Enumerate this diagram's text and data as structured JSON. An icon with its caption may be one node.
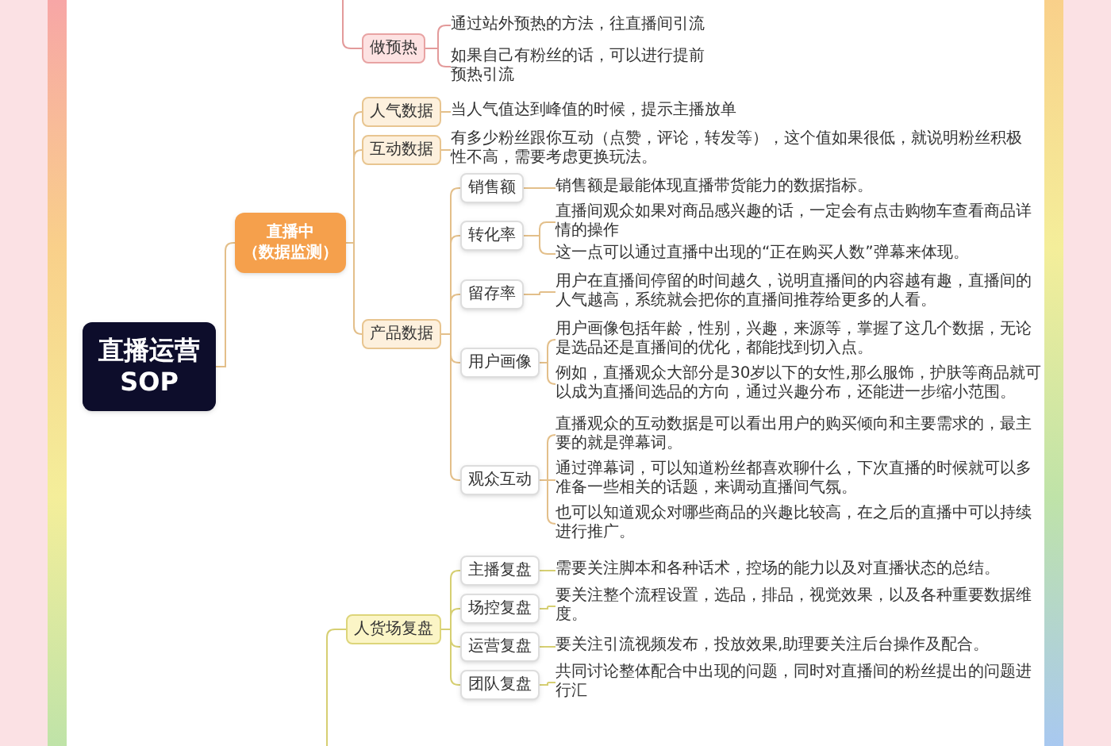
{
  "diagram": {
    "nodes": [
      {
        "text": [
          "直播运营 SOP"
        ]
      },
      {
        "text": [
          "做预热"
        ]
      },
      {
        "text": [
          "通过站外预热的方法，往直播间引流"
        ]
      },
      {
        "text": [
          "如果自己有粉丝的话，可以进行提前预热引流"
        ]
      },
      {
        "text": [
          "直播中（数据监测）"
        ]
      },
      {
        "text": [
          "人气数据"
        ]
      },
      {
        "text": [
          "当人气值达到峰值的时候，提示主播放单"
        ]
      },
      {
        "text": [
          "互动数据"
        ]
      },
      {
        "text": [
          "有多少粉丝跟你互动（点赞，评论，转发等），这个值如果很低，就说明粉丝积极性不高，需要考虑更换玩法。"
        ]
      },
      {
        "text": [
          "产品数据"
        ]
      },
      {
        "text": [
          "销售额"
        ]
      },
      {
        "text": [
          "销售额是最能体现直播带货能力的数据指标。"
        ]
      },
      {
        "text": [
          "转化率"
        ]
      },
      {
        "text": [
          "直播间观众如果对商品感兴趣的话，一定会有点击购物车查看商品详情的操作"
        ]
      },
      {
        "text": [
          "这一点可以通过直播中出现的“正在购买人数”弹幕来体现。"
        ]
      },
      {
        "text": [
          "留存率"
        ]
      },
      {
        "text": [
          "用户在直播间停留的时间越久，说明直播间的内容越有趣，直播间的人气越高，系统就会把你的直播间推荐给更多的人看。"
        ]
      },
      {
        "text": [
          "用户画像"
        ]
      },
      {
        "text": [
          "用户画像包括年龄，性别，兴趣，来源等，掌握了这几个数据，无论是选品还是直播间的优化，都能找到切入点。"
        ]
      },
      {
        "text": [
          "例如，直播观众大部分是30岁以下的女性,那么服饰，护肤等商品就可以成为直播间选品的方向，通过兴趣分布，还能进一步缩小范围。"
        ]
      },
      {
        "text": [
          "观众互动"
        ]
      },
      {
        "text": [
          "直播观众的互动数据是可以看出用户的购买倾向和主要需求的，最主要的就是弹幕词。"
        ]
      },
      {
        "text": [
          "通过弹幕词，可以知道粉丝都喜欢聊什么，下次直播的时候就可以多准备一些相关的话题，来调动直播间气氛。"
        ]
      },
      {
        "text": [
          "也可以知道观众对哪些商品的兴趣比较高，在之后的直播中可以持续进行推广。"
        ]
      },
      {
        "text": [
          "人货场复盘"
        ]
      },
      {
        "text": [
          "主播复盘"
        ]
      },
      {
        "text": [
          "需要关注脚本和各种话术，控场的能力以及对直播状态的总结。"
        ]
      },
      {
        "text": [
          "场控复盘"
        ]
      },
      {
        "text": [
          "要关注整个流程设置，选品，排品，视觉效果，以及各种重要数据维度。"
        ]
      },
      {
        "text": [
          "运营复盘"
        ]
      },
      {
        "text": [
          "要关注引流视频发布，投放效果,助理要关注后台操作及配合。"
        ]
      },
      {
        "text": [
          "团队复盘"
        ]
      },
      {
        "text": [
          "共同讨论整体配合中出现的问题，同时对直播间的粉丝提出的问题进行汇"
        ]
      }
    ],
    "edges": [
      {
        "from": null,
        "to": 1,
        "arrow": "none",
        "color": "#e39a9a"
      },
      {
        "from": 1,
        "to": 2,
        "arrow": "none",
        "color": "#e39a9a"
      },
      {
        "from": 1,
        "to": 3,
        "arrow": "none",
        "color": "#e39a9a"
      },
      {
        "from": 0,
        "to": 4,
        "arrow": "none"
      },
      {
        "from": 4,
        "to": 5,
        "arrow": "none"
      },
      {
        "from": 5,
        "to": 6,
        "arrow": "none"
      },
      {
        "from": 4,
        "to": 7,
        "arrow": "none"
      },
      {
        "from": 7,
        "to": 8,
        "arrow": "none"
      },
      {
        "from": 4,
        "to": 9,
        "arrow": "none"
      },
      {
        "from": 9,
        "to": 10,
        "arrow": "none"
      },
      {
        "from": 10,
        "to": 11,
        "arrow": "none"
      },
      {
        "from": 9,
        "to": 12,
        "arrow": "none"
      },
      {
        "from": 12,
        "to": 13,
        "arrow": "none"
      },
      {
        "from": 12,
        "to": 14,
        "arrow": "none"
      },
      {
        "from": 9,
        "to": 15,
        "arrow": "none"
      },
      {
        "from": 15,
        "to": 16,
        "arrow": "none"
      },
      {
        "from": 9,
        "to": 17,
        "arrow": "none"
      },
      {
        "from": 17,
        "to": 18,
        "arrow": "none"
      },
      {
        "from": 17,
        "to": 19,
        "arrow": "none"
      },
      {
        "from": 9,
        "to": 20,
        "arrow": "none"
      },
      {
        "from": 20,
        "to": 21,
        "arrow": "none"
      },
      {
        "from": 20,
        "to": 22,
        "arrow": "none"
      },
      {
        "from": 20,
        "to": 23,
        "arrow": "none"
      },
      {
        "from": null,
        "to": 24,
        "arrow": "none",
        "color": "#d6cf72"
      },
      {
        "from": 24,
        "to": 25,
        "arrow": "none",
        "color": "#d6cf72"
      },
      {
        "from": 25,
        "to": 26,
        "arrow": "none",
        "color": "#d6cf72"
      },
      {
        "from": 24,
        "to": 27,
        "arrow": "none",
        "color": "#d6cf72"
      },
      {
        "from": 27,
        "to": 28,
        "arrow": "none",
        "color": "#d6cf72"
      },
      {
        "from": 24,
        "to": 29,
        "arrow": "none",
        "color": "#d6cf72"
      },
      {
        "from": 29,
        "to": 30,
        "arrow": "none",
        "color": "#d6cf72"
      },
      {
        "from": 24,
        "to": 31,
        "arrow": "none",
        "color": "#d6cf72"
      },
      {
        "from": 31,
        "to": 32,
        "arrow": "none",
        "color": "#d6cf72"
      }
    ]
  }
}
